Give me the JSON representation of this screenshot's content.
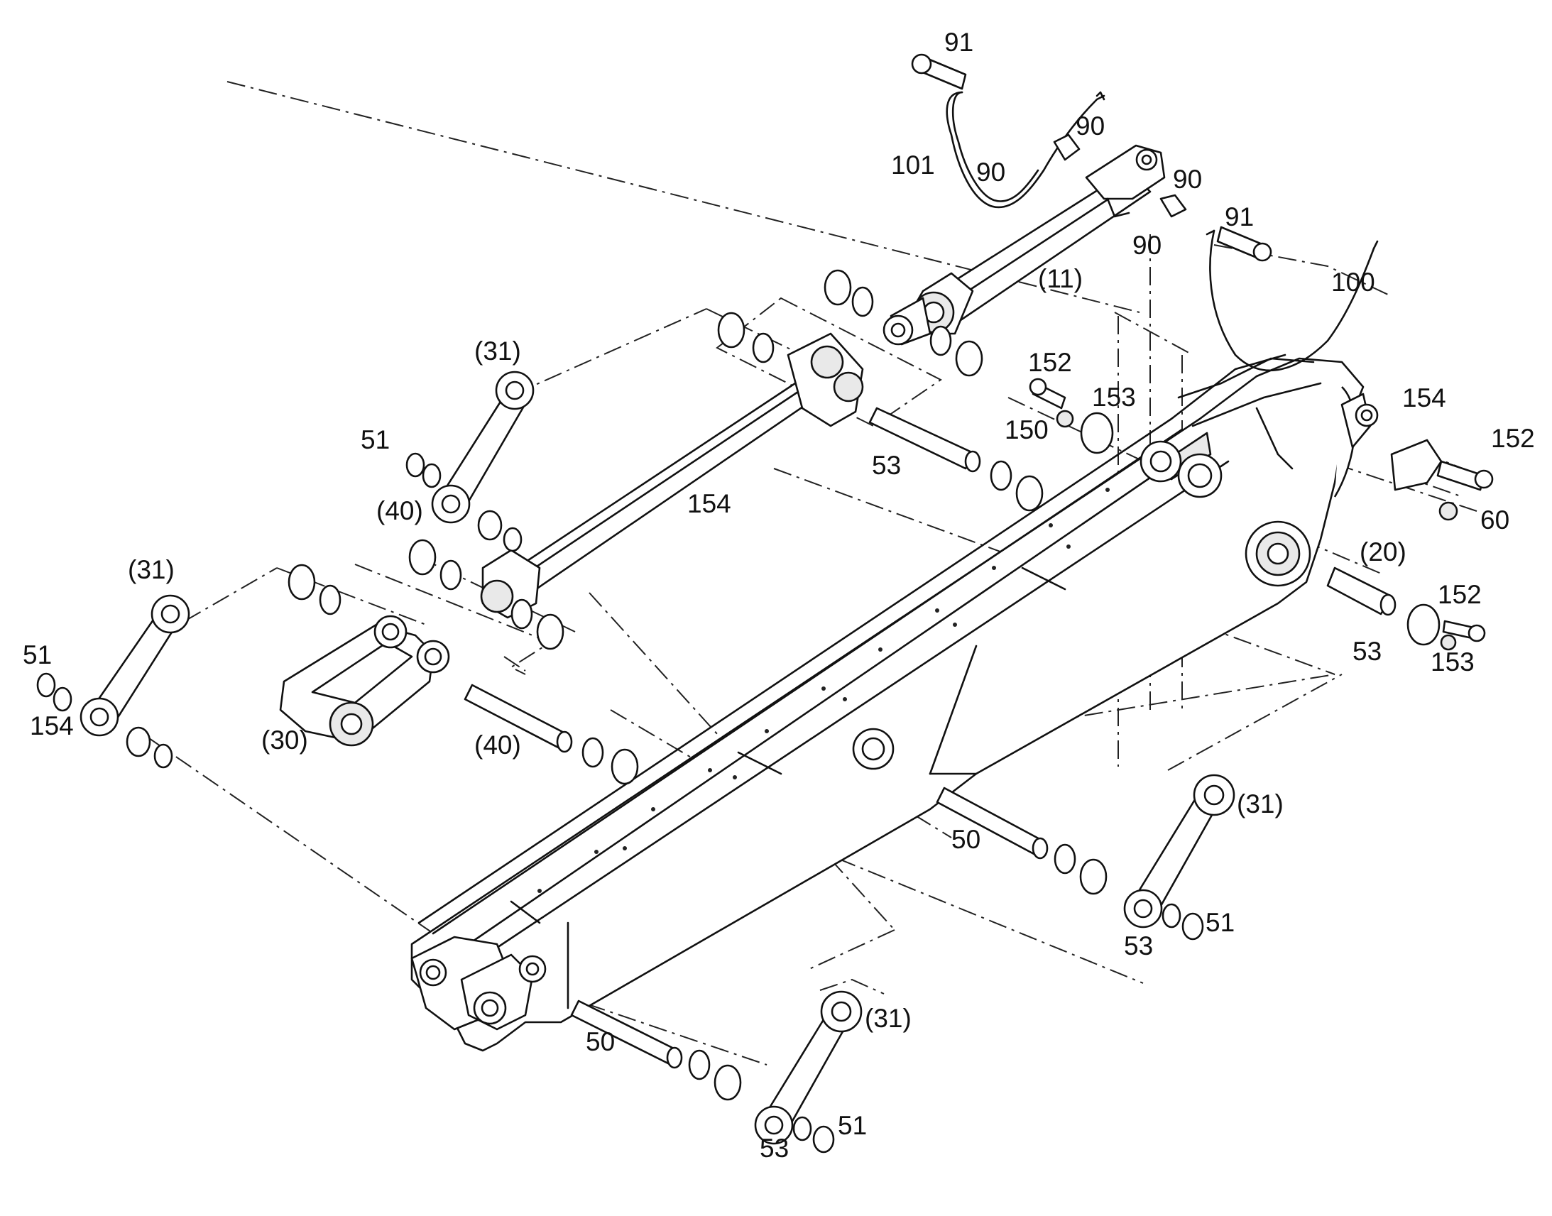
{
  "callouts": [
    {
      "id": "c91a",
      "text": "91"
    },
    {
      "id": "c90a",
      "text": "90"
    },
    {
      "id": "c101",
      "text": "101"
    },
    {
      "id": "c90b",
      "text": "90"
    },
    {
      "id": "c90c",
      "text": "90"
    },
    {
      "id": "c91b",
      "text": "91"
    },
    {
      "id": "c90d",
      "text": "90"
    },
    {
      "id": "c11",
      "text": "(11)"
    },
    {
      "id": "c100",
      "text": "100"
    },
    {
      "id": "c31a",
      "text": "(31)"
    },
    {
      "id": "c152a",
      "text": "152"
    },
    {
      "id": "c153a",
      "text": "153"
    },
    {
      "id": "c154a",
      "text": "154"
    },
    {
      "id": "c150",
      "text": "150"
    },
    {
      "id": "c152b",
      "text": "152"
    },
    {
      "id": "c51a",
      "text": "51"
    },
    {
      "id": "c53a",
      "text": "53"
    },
    {
      "id": "c40a",
      "text": "(40)"
    },
    {
      "id": "c60",
      "text": "60"
    },
    {
      "id": "c154b",
      "text": "154"
    },
    {
      "id": "c31b",
      "text": "(31)"
    },
    {
      "id": "c20",
      "text": "(20)"
    },
    {
      "id": "c152c",
      "text": "152"
    },
    {
      "id": "c51b",
      "text": "51"
    },
    {
      "id": "c53b",
      "text": "53"
    },
    {
      "id": "c153b",
      "text": "153"
    },
    {
      "id": "c154c",
      "text": "154"
    },
    {
      "id": "c30",
      "text": "(30)"
    },
    {
      "id": "c40b",
      "text": "(40)"
    },
    {
      "id": "c31c",
      "text": "(31)"
    },
    {
      "id": "c50a",
      "text": "50"
    },
    {
      "id": "c53c",
      "text": "53"
    },
    {
      "id": "c51c",
      "text": "51"
    },
    {
      "id": "c31d",
      "text": "(31)"
    },
    {
      "id": "c50b",
      "text": "50"
    },
    {
      "id": "c53d",
      "text": "53"
    },
    {
      "id": "c51d",
      "text": "51"
    }
  ]
}
